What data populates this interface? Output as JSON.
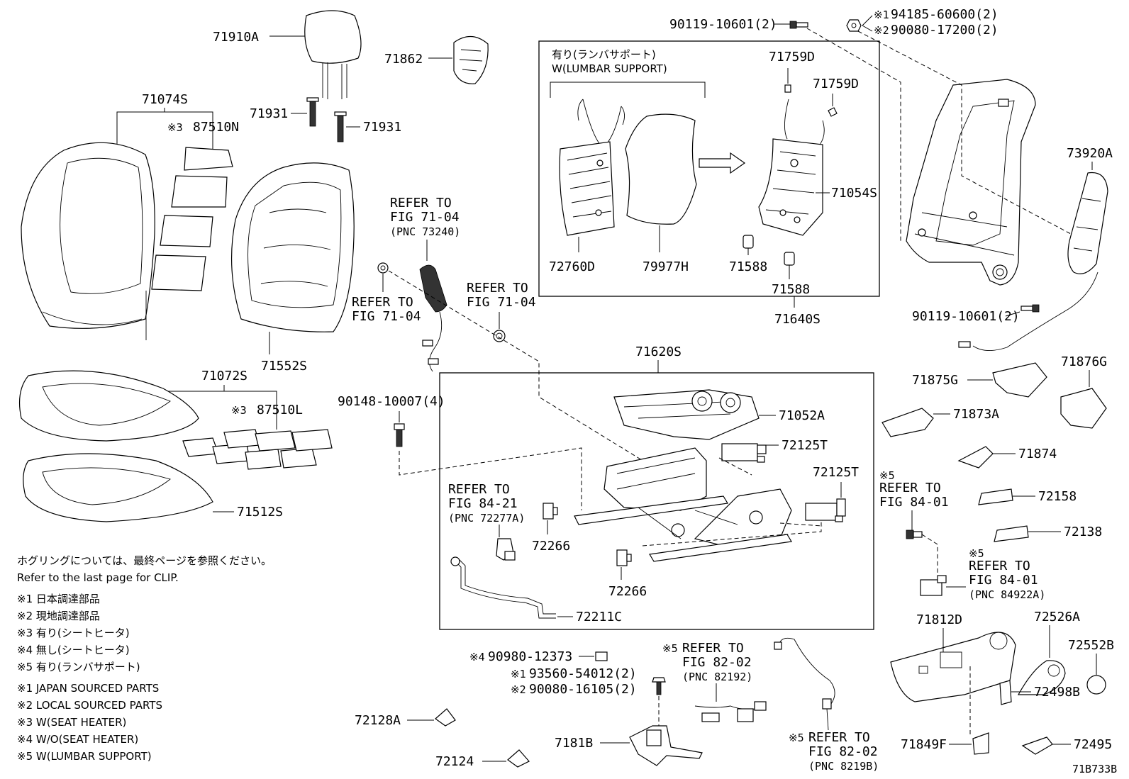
{
  "labels": {
    "p71910A": "71910A",
    "p71862": "71862",
    "p71074S": "71074S",
    "p71931a": "71931",
    "p71931b": "71931",
    "p87510N": "87510N",
    "p90119a": "90119-10601(2)",
    "p94185": "94185-60600(2)",
    "p90080a": "90080-17200(2)",
    "lumbar_jp": "有り(ランバサポート)",
    "lumbar_en": "W(LUMBAR SUPPORT)",
    "p71759Da": "71759D",
    "p71759Db": "71759D",
    "p71054S": "71054S",
    "p72760D": "72760D",
    "p79977H": "79977H",
    "p71588a": "71588",
    "p71588b": "71588",
    "p71640S": "71640S",
    "p73920A": "73920A",
    "p90119b": "90119-10601(2)",
    "ref1_a": "REFER TO",
    "ref1_b": "FIG 71-04",
    "ref1_c": "(PNC 73240)",
    "ref2_a": "REFER TO",
    "ref2_b": "FIG 71-04",
    "ref3_a": "REFER TO",
    "ref3_b": "FIG 71-04",
    "p71552S": "71552S",
    "p71072S": "71072S",
    "p87510L": "87510L",
    "p71512S": "71512S",
    "p71620S": "71620S",
    "p90148": "90148-10007(4)",
    "p71052A": "71052A",
    "p72125Ta": "72125T",
    "p72125Tb": "72125T",
    "ref4_a": "REFER TO",
    "ref4_b": "FIG 84-21",
    "ref4_c": "(PNC 72277A)",
    "p72266a": "72266",
    "p72266b": "72266",
    "p72211C": "72211C",
    "p71875G": "71875G",
    "p71876G": "71876G",
    "p71873A": "71873A",
    "p71874": "71874",
    "ref5_a": "REFER TO",
    "ref5_b": "FIG 84-01",
    "p72158": "72158",
    "p72138": "72138",
    "ref6_a": "REFER TO",
    "ref6_b": "FIG 84-01",
    "ref6_c": "(PNC 84922A)",
    "p71812D": "71812D",
    "p72526A": "72526A",
    "p72552B": "72552B",
    "p72498B": "72498B",
    "p71849F": "71849F",
    "p72495": "72495",
    "p90980": "90980-12373",
    "p93560": "93560-54012(2)",
    "p90080b": "90080-16105(2)",
    "ref7_a": "REFER TO",
    "ref7_b": "FIG 82-02",
    "ref7_c": "(PNC 82192)",
    "ref8_a": "REFER TO",
    "ref8_b": "FIG 82-02",
    "ref8_c": "(PNC 8219B)",
    "p72128A": "72128A",
    "p7181B": "7181B",
    "p72124": "72124",
    "diagram_id": "71B733B"
  },
  "marks": {
    "m1": "※1",
    "m2": "※2",
    "m3": "※3",
    "m4": "※4",
    "m5": "※5"
  },
  "notes": {
    "clip_jp": "ホグリングについては、最終ページを参照ください。",
    "clip_en": "Refer to the last page for CLIP.",
    "legend": [
      "※1 日本調達部品",
      "※2 現地調達部品",
      "※3 有り(シートヒータ)",
      "※4 無し(シートヒータ)",
      "※5 有り(ランバサポート)",
      "※1 JAPAN SOURCED PARTS",
      "※2 LOCAL SOURCED PARTS",
      "※3 W(SEAT HEATER)",
      "※4 W/O(SEAT HEATER)",
      "※5 W(LUMBAR SUPPORT)"
    ]
  }
}
